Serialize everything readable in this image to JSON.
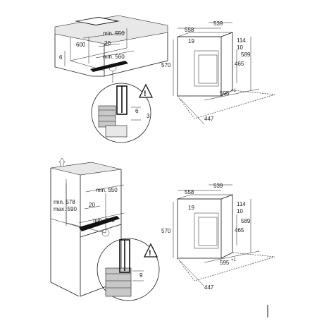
{
  "diagram": {
    "top": {
      "cabinet": {
        "dim_min_550": "min. 550",
        "dim_20": "20",
        "dim_600": "600",
        "dim_6": "6",
        "dim_min_560": "min. 560"
      },
      "detail": {
        "dim_6": "6",
        "dim_3": "3",
        "warning_symbol": "!"
      },
      "oven": {
        "width": "558",
        "depth": "539",
        "dim_19": "19",
        "dim_114": "114",
        "dim_10": "10",
        "height_570": "570",
        "height_589": "589",
        "height_465": "465",
        "width_595": "595",
        "width_595_sup": "+1",
        "depth_447": "447"
      }
    },
    "bottom": {
      "cabinet": {
        "dim_min_578": "min. 578",
        "dim_max_590": "max. 590",
        "dim_min_550": "min. 550",
        "dim_20": "20",
        "dim_min_560": "min. 560"
      },
      "detail": {
        "dim_9": "9",
        "warning_symbol": "!"
      },
      "oven": {
        "width": "558",
        "depth": "539",
        "dim_19": "19",
        "dim_114": "114",
        "dim_10": "10",
        "height_570": "570",
        "height_589": "589",
        "height_465": "465",
        "width_595": "595",
        "width_595_sup": "+1",
        "depth_447": "447"
      }
    }
  }
}
